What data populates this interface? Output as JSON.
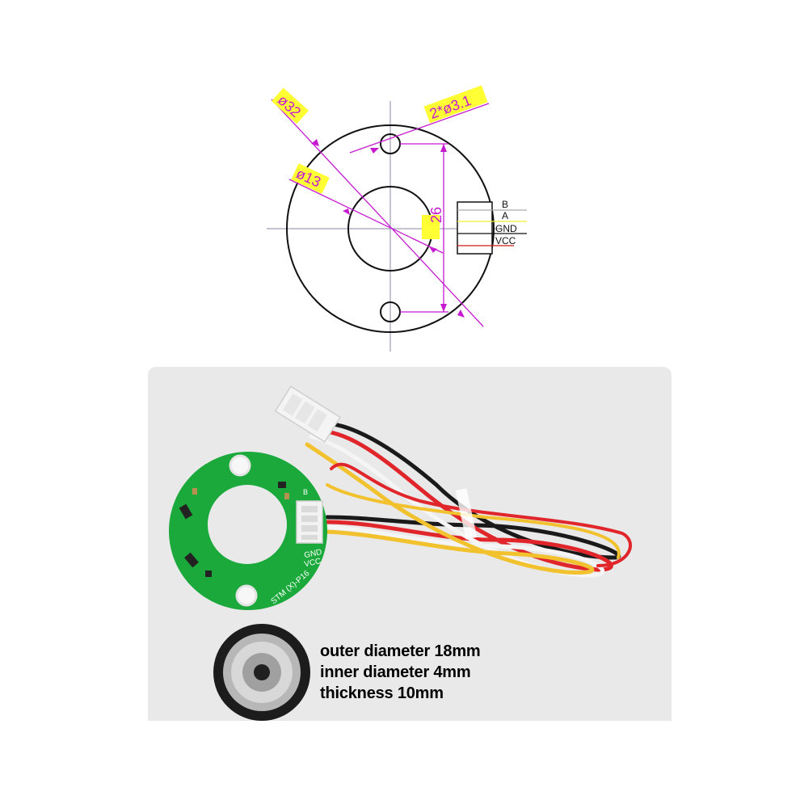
{
  "drawing": {
    "dim_outer": "ø32",
    "dim_holes": "2*ø3.1",
    "dim_inner": "ø13",
    "dim_spacing": "26",
    "pins": [
      "B",
      "A",
      "GND",
      "VCC"
    ]
  },
  "board": {
    "silk_b": "B",
    "silk_gnd": "GND",
    "silk_vcc": "VCC",
    "silk_model": "STM (X)-P16"
  },
  "magnet_specs": {
    "outer": "outer diameter 18mm",
    "inner": "inner diameter 4mm",
    "thickness": "thickness 10mm"
  },
  "colors": {
    "dimension_line": "#c61ad1",
    "label_highlight": "#ffff33",
    "pcb_green": "#1aa93a",
    "wire_red": "#e0262b",
    "wire_yellow": "#f2c12e",
    "wire_black": "#1a1a1a",
    "wire_white": "#f5f5f5"
  }
}
